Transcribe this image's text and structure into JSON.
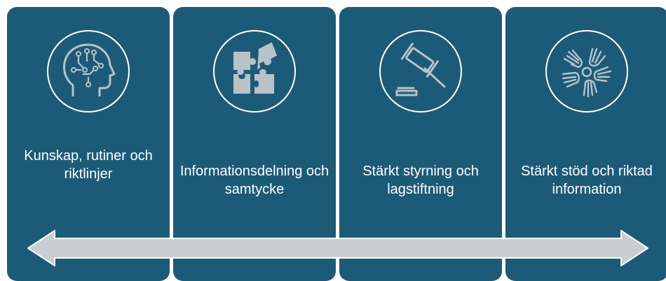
{
  "panels": [
    {
      "label": "Kunskap, rutiner och riktlinjer",
      "icon": "head-circuit-icon"
    },
    {
      "label": "Informationsdelning och samtycke",
      "icon": "puzzle-icon"
    },
    {
      "label": "Stärkt styrning och lagstiftning",
      "icon": "gavel-icon"
    },
    {
      "label": "Stärkt stöd och riktad information",
      "icon": "hands-icon"
    }
  ],
  "colors": {
    "panel": "#1c5b78",
    "icon": "#b8c2c8",
    "arrow_fill": "#c9ced2",
    "arrow_stroke": "#ffffff"
  }
}
